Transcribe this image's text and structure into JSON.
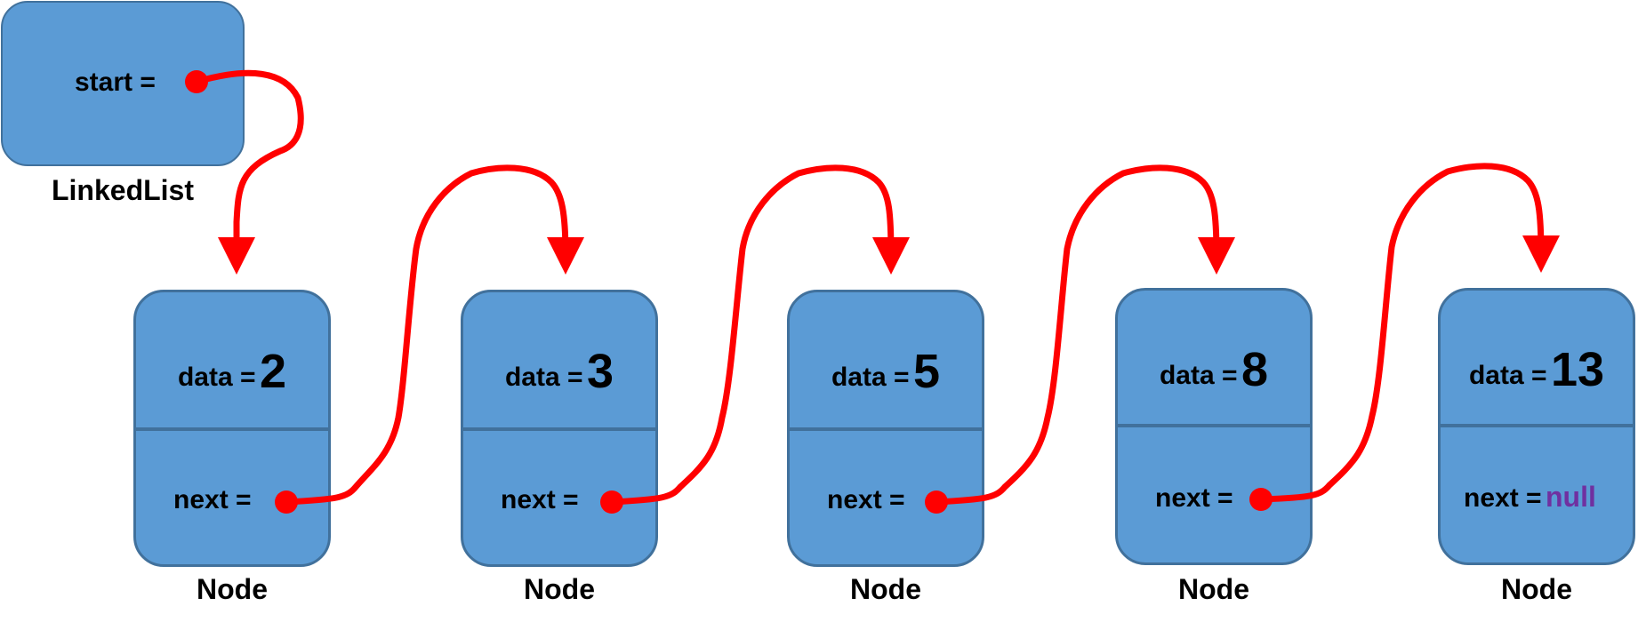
{
  "linked_list": {
    "field_label": "start =",
    "caption": "LinkedList"
  },
  "nodes": [
    {
      "data_label": "data =",
      "data_value": "2",
      "next_label": "next =",
      "next_value": "",
      "caption": "Node"
    },
    {
      "data_label": "data =",
      "data_value": "3",
      "next_label": "next =",
      "next_value": "",
      "caption": "Node"
    },
    {
      "data_label": "data =",
      "data_value": "5",
      "next_label": "next =",
      "next_value": "",
      "caption": "Node"
    },
    {
      "data_label": "data =",
      "data_value": "8",
      "next_label": "next =",
      "next_value": "",
      "caption": "Node"
    },
    {
      "data_label": "data =",
      "data_value": "13",
      "next_label": "next =",
      "next_value": "null",
      "caption": "Node"
    }
  ],
  "colors": {
    "box_fill": "#5b9bd5",
    "box_border": "#41719c",
    "pointer": "#ff0000",
    "null_text": "#7030a0"
  }
}
